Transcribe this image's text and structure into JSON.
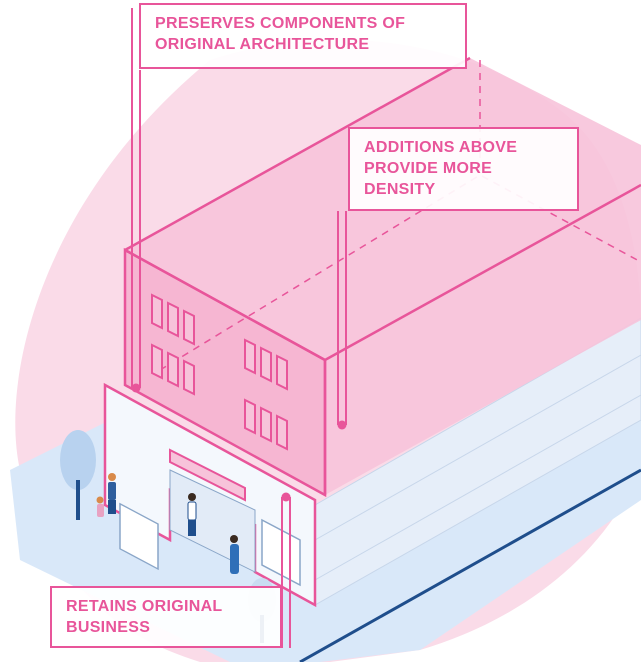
{
  "callouts": {
    "preserves": "PRESERVES COMPONENTS OF\nORIGINAL ARCHITECTURE",
    "additions": "ADDITIONS ABOVE\nPROVIDE MORE\nDENSITY",
    "retains": "RETAINS ORIGINAL\nBUSINESS"
  },
  "colors": {
    "accent": "#e8559a",
    "addition_fill": "#f7c3da",
    "background_circle": "#fadbe8",
    "ground": "#d9e8f9",
    "building_face": "#eef4fc",
    "street_edge": "#1f4e8c"
  }
}
